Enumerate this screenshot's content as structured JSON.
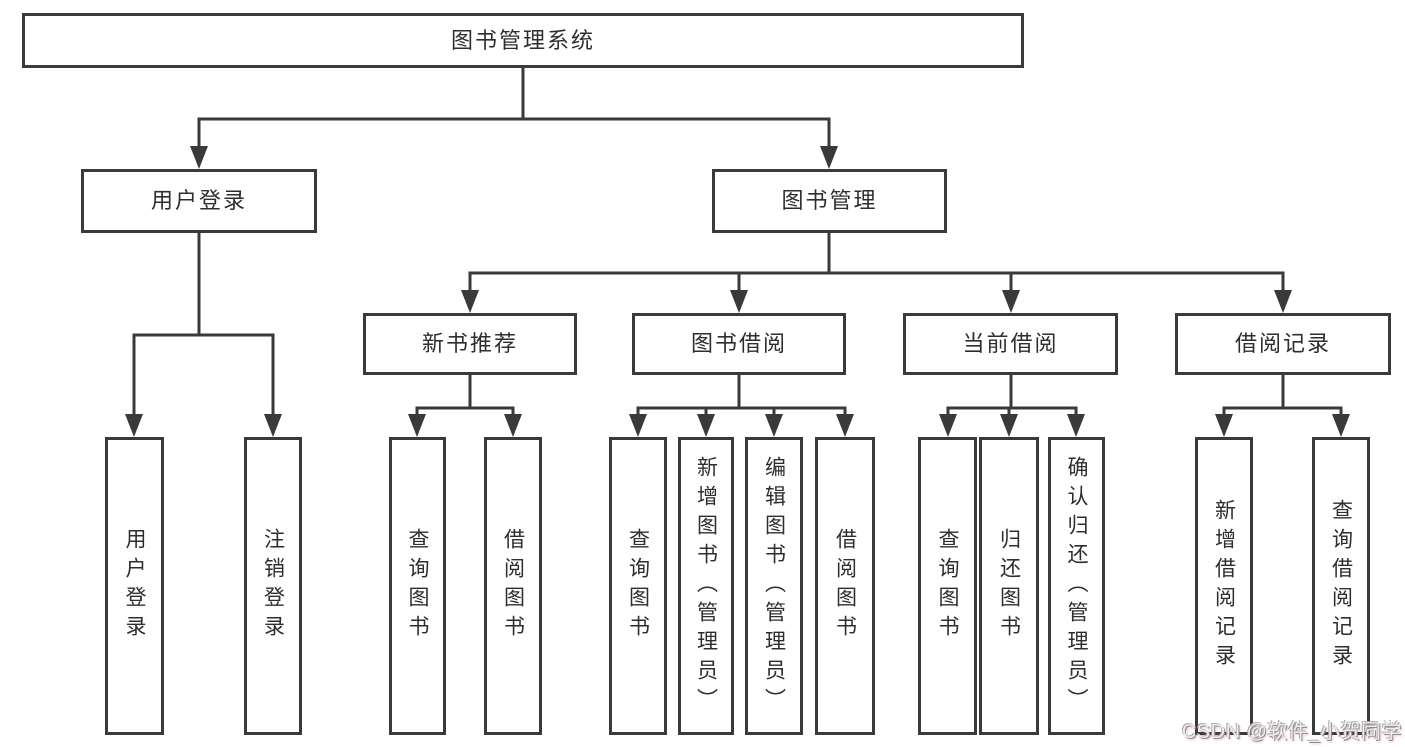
{
  "diagram": {
    "root": {
      "label": "图书管理系统"
    },
    "level1": [
      {
        "label": "用户登录",
        "children": [
          {
            "label": "用户登录"
          },
          {
            "label": "注销登录"
          }
        ]
      },
      {
        "label": "图书管理",
        "children": [
          {
            "label": "新书推荐",
            "children": [
              {
                "label": "查询图书"
              },
              {
                "label": "借阅图书"
              }
            ]
          },
          {
            "label": "图书借阅",
            "children": [
              {
                "label": "查询图书"
              },
              {
                "label": "新增图书（管理员）"
              },
              {
                "label": "编辑图书（管理员）"
              },
              {
                "label": "借阅图书"
              }
            ]
          },
          {
            "label": "当前借阅",
            "children": [
              {
                "label": "查询图书"
              },
              {
                "label": "归还图书"
              },
              {
                "label": "确认归还（管理员）"
              }
            ]
          },
          {
            "label": "借阅记录",
            "children": [
              {
                "label": "新增借阅记录"
              },
              {
                "label": "查询借阅记录"
              }
            ]
          }
        ]
      }
    ]
  },
  "watermark": {
    "text": "CSDN @软件_小贺同学"
  },
  "colors": {
    "line": "#3a3a3a",
    "text": "#2e2e2e",
    "background": "#ffffff"
  }
}
